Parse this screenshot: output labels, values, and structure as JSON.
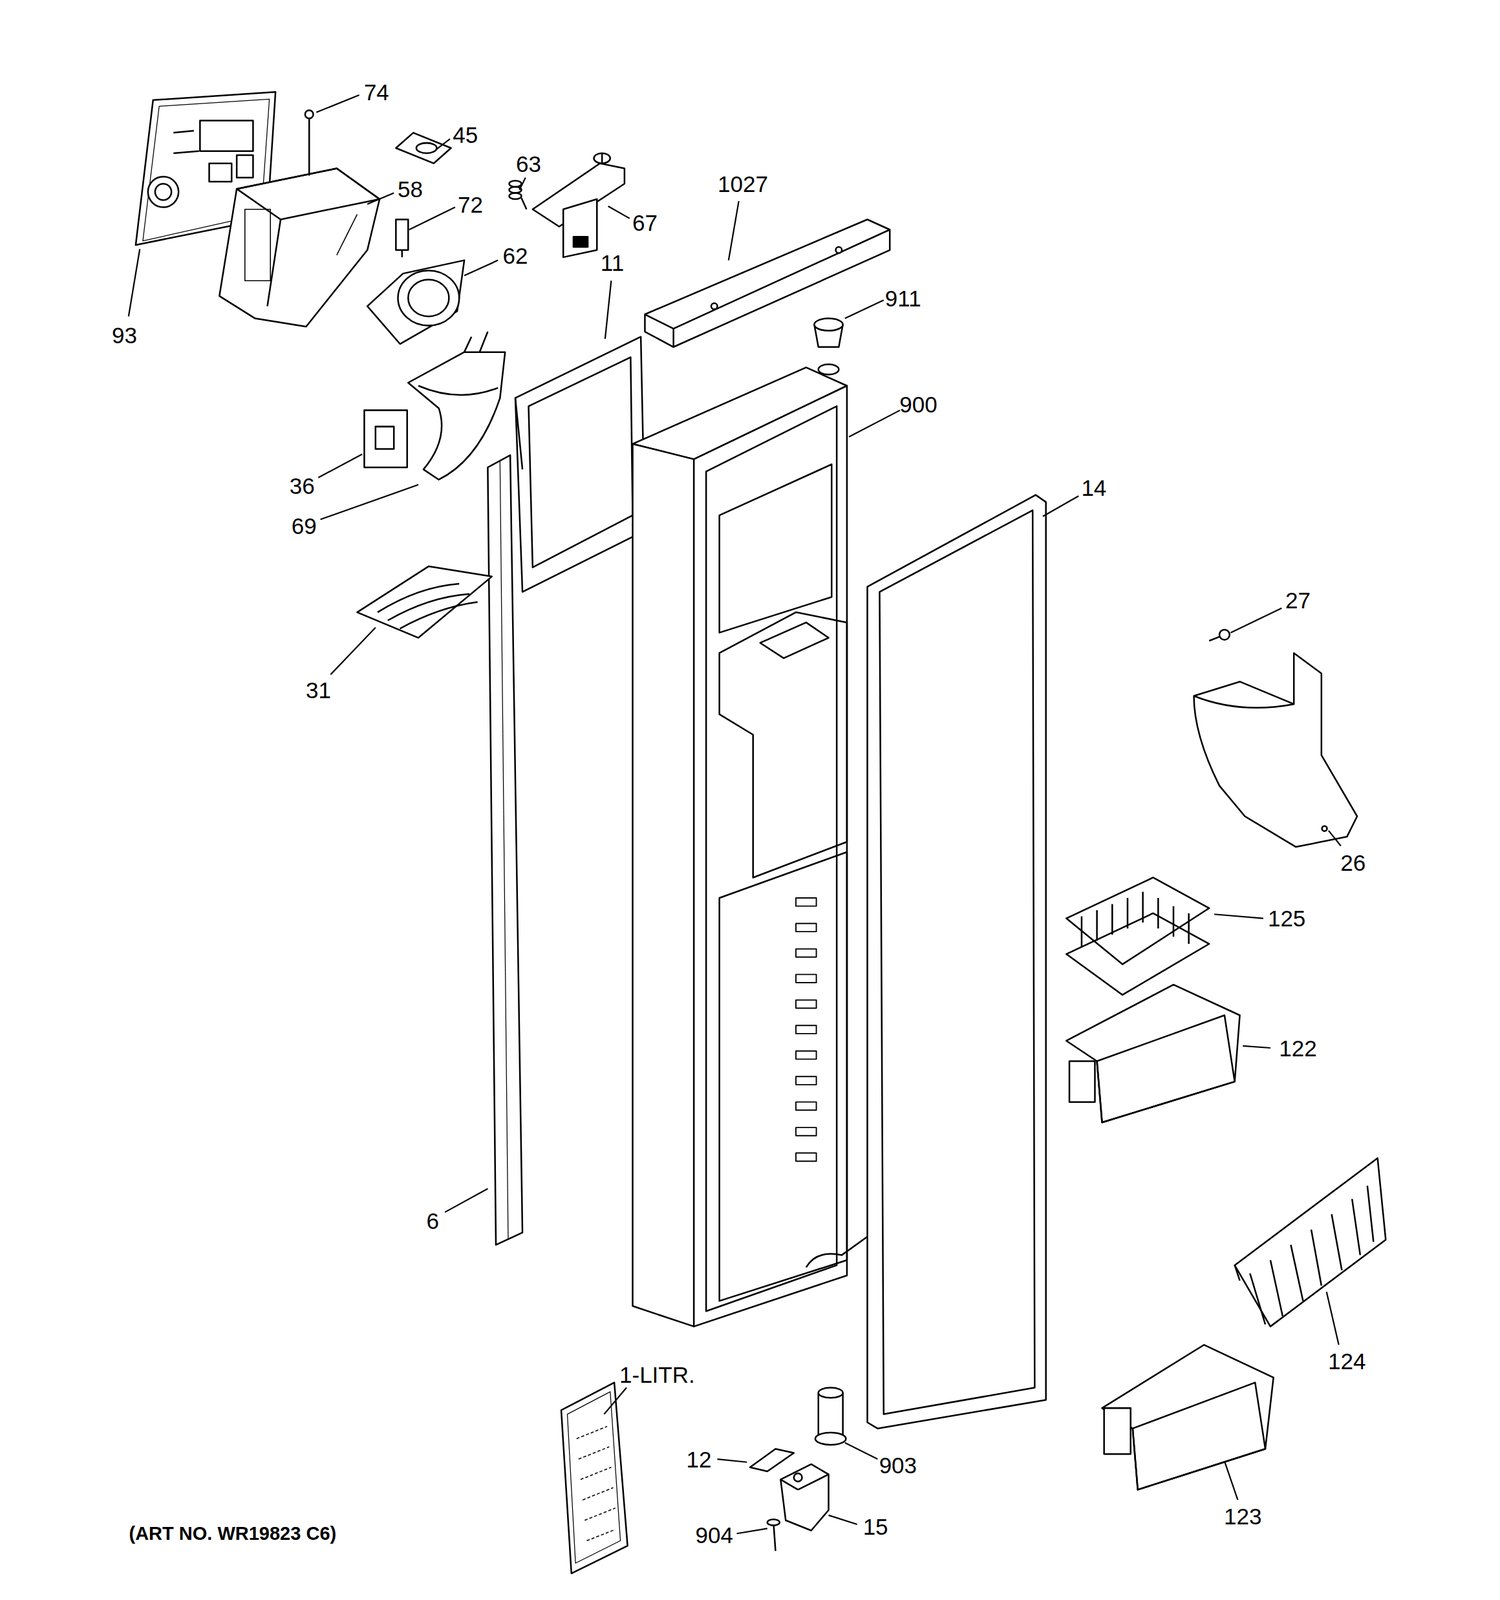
{
  "diagram": {
    "labels": [
      "74",
      "45",
      "63",
      "67",
      "1027",
      "58",
      "72",
      "93",
      "62",
      "11",
      "911",
      "900",
      "14",
      "36",
      "69",
      "27",
      "31",
      "26",
      "125",
      "122",
      "6",
      "124",
      "1-LITR.",
      "903",
      "12",
      "123",
      "904",
      "15",
      "(ART NO. WR19823 C6)"
    ]
  }
}
